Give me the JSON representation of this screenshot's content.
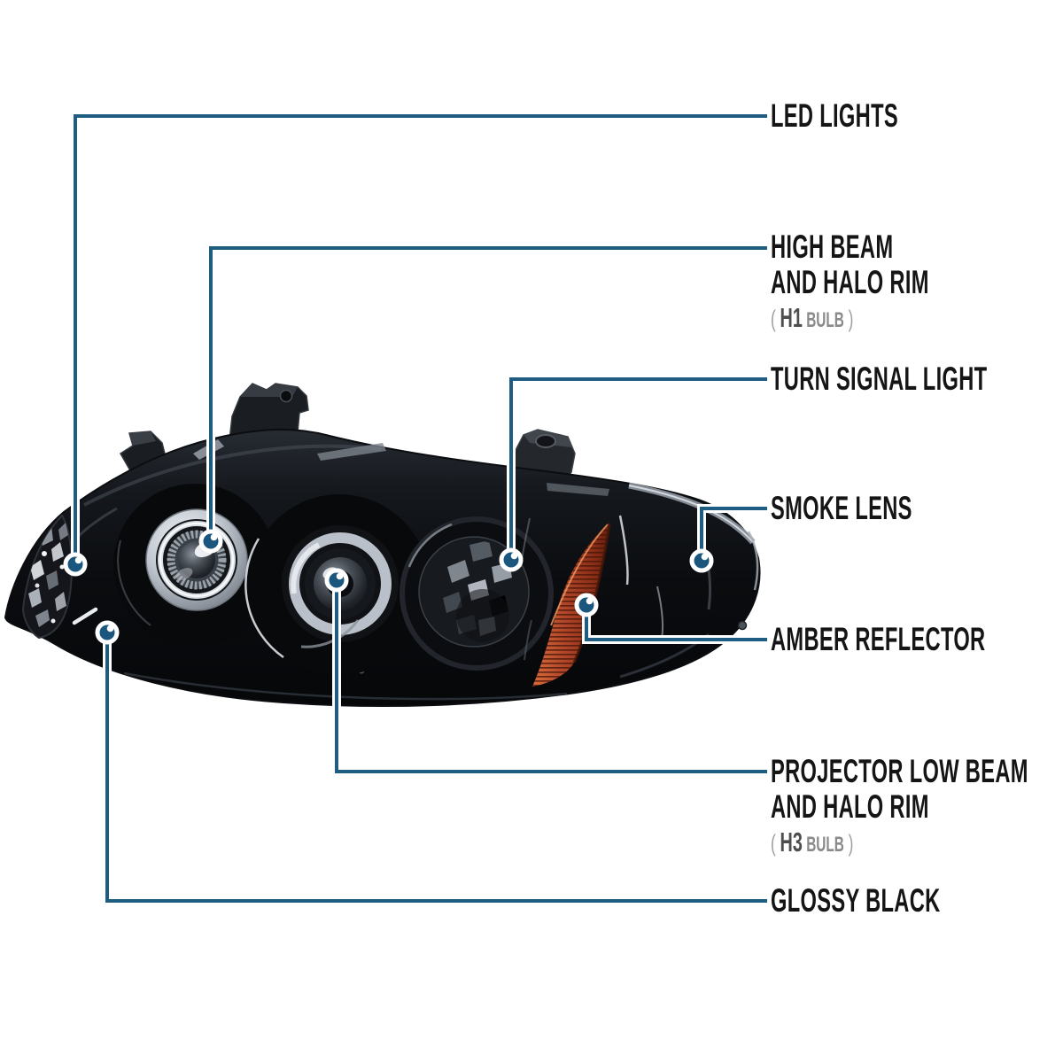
{
  "background": "#ffffff",
  "styles": {
    "leader_line_color": "#1f5c82",
    "marker_color": "#1a567e",
    "title_color": "#151515",
    "bulb_code_color": "#4e4e4e",
    "bulb_word_color": "#8a8a8a",
    "bulb_paren_color": "#9d9d9d",
    "page_bg": "#ffffff"
  },
  "illustration": {
    "subject": "glossy black smoked projector headlight with dual halo rims",
    "accent_amber_color": "#b2482a",
    "body_color": "#0b0d10",
    "chrome_color": "#c3c9d1"
  },
  "callouts": [
    {
      "id": "led-lights",
      "lines": [
        "LED LIGHTS"
      ]
    },
    {
      "id": "high-beam-and-halo-rim",
      "lines": [
        "HIGH BEAM",
        "AND HALO RIM"
      ],
      "bulb": {
        "open": "( ",
        "code": "H1",
        "word": " BULB",
        "close": " )"
      }
    },
    {
      "id": "turn-signal-light",
      "lines": [
        "TURN SIGNAL LIGHT"
      ]
    },
    {
      "id": "smoke-lens",
      "lines": [
        "SMOKE LENS"
      ]
    },
    {
      "id": "amber-reflector",
      "lines": [
        "AMBER REFLECTOR"
      ]
    },
    {
      "id": "projector-low-beam-and-halo-rim",
      "lines": [
        "PROJECTOR LOW BEAM",
        "AND HALO RIM"
      ],
      "bulb": {
        "open": "( ",
        "code": "H3",
        "word": " BULB",
        "close": " )"
      }
    },
    {
      "id": "glossy-black",
      "lines": [
        "GLOSSY BLACK"
      ]
    }
  ]
}
